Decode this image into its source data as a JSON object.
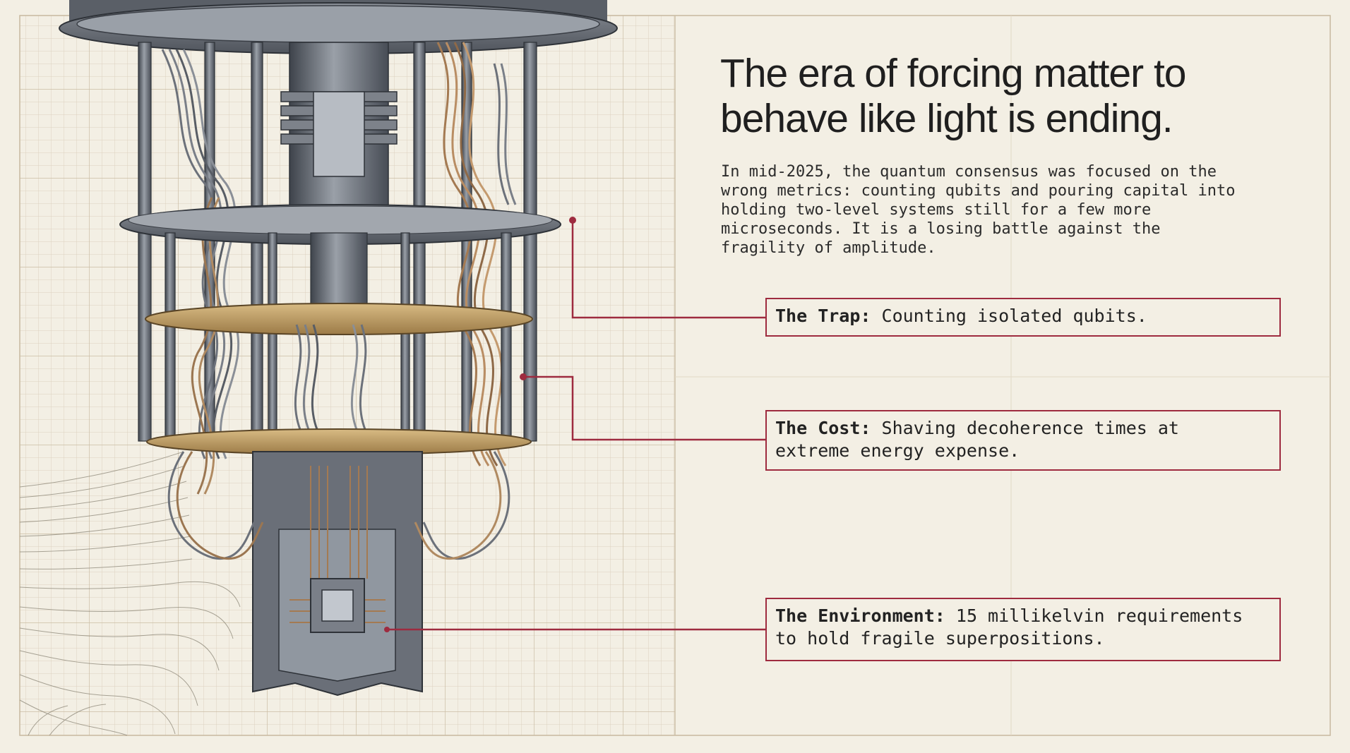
{
  "headline": {
    "line1": "The era of forcing matter to",
    "line2": "behave like light is ending."
  },
  "intro": {
    "lines": [
      "In mid-2025, the quantum consensus was focused on the",
      "wrong metrics: counting qubits and pouring capital into",
      "holding two-level systems still for a few more",
      "microseconds. It is a losing battle against the",
      "fragility of amplitude."
    ]
  },
  "callouts": [
    {
      "label": "The Trap:",
      "text_lines": [
        "Counting isolated qubits."
      ]
    },
    {
      "label": "The Cost:",
      "text_lines": [
        "Shaving decoherence times at",
        "extreme energy expense."
      ]
    },
    {
      "label": "The Environment:",
      "text_lines": [
        "15 millikelvin requirements",
        "to hold fragile superpositions."
      ]
    }
  ],
  "colors": {
    "background": "#f3efe4",
    "grid": "#d9cdb8",
    "accent": "#9e2b3f",
    "metal": "#5e636d",
    "copper": "#a77f57",
    "brass": "#c9a66b"
  },
  "illustration": {
    "name": "dilution-refrigerator-chandelier"
  }
}
